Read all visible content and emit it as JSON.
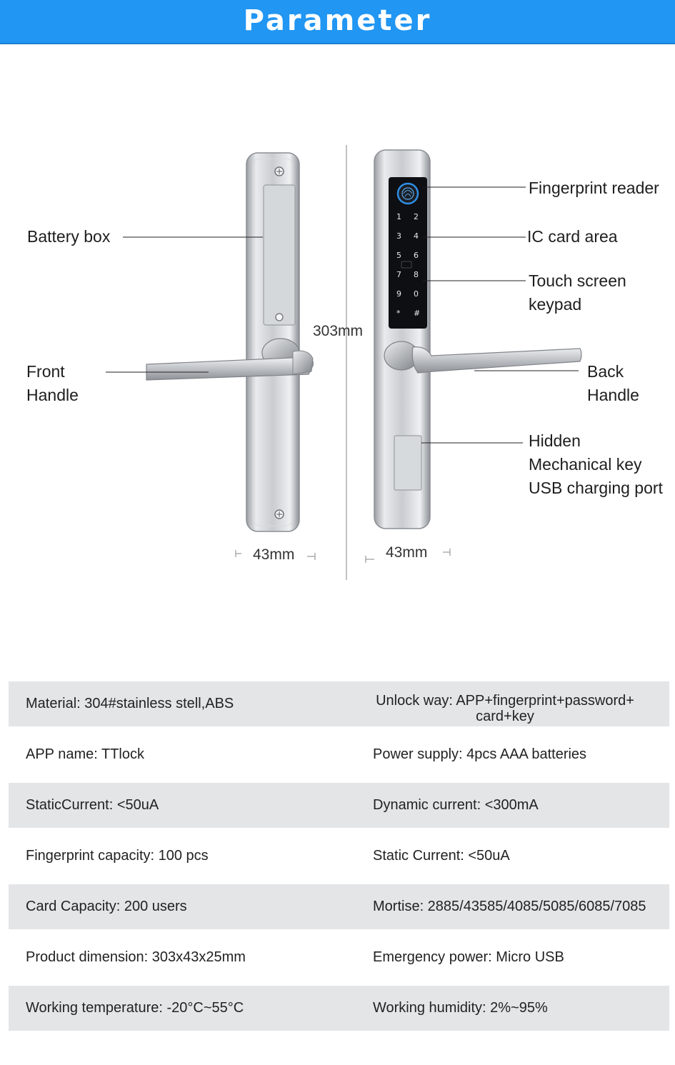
{
  "header": {
    "title": "Parameter"
  },
  "diagram": {
    "labels": {
      "battery_box": "Battery box",
      "front_handle_1": "Front",
      "front_handle_2": "Handle",
      "fingerprint_reader": "Fingerprint reader",
      "ic_card_area": "IC card area",
      "touch_keypad_1": "Touch screen",
      "touch_keypad_2": "keypad",
      "back_handle_1": "Back",
      "back_handle_2": "Handle",
      "hidden_1": "Hidden",
      "hidden_2": "Mechanical key",
      "hidden_3": "USB charging port"
    },
    "dimensions": {
      "height": "303mm",
      "width_left": "43mm",
      "width_right": "43mm"
    },
    "keypad_keys": [
      "1",
      "2",
      "3",
      "4",
      "5",
      "6",
      "7",
      "8",
      "9",
      "0",
      "*",
      "#"
    ]
  },
  "specs": [
    {
      "left": "Material: 304#stainless stell,ABS",
      "right": "Unlock way: APP+fingerprint+password+ card+key"
    },
    {
      "left": "APP name: TTlock",
      "right": "Power supply: 4pcs AAA batteries"
    },
    {
      "left": "StaticCurrent: <50uA",
      "right": "Dynamic current: <300mA"
    },
    {
      "left": "Fingerprint capacity: 100 pcs",
      "right": "Static Current: <50uA"
    },
    {
      "left": "Card Capacity: 200 users",
      "right": "Mortise: 2885/43585/4085/5085/6085/7085"
    },
    {
      "left": "Product dimension: 303x43x25mm",
      "right": "Emergency power: Micro USB"
    },
    {
      "left": "Working temperature: -20°C~55°C",
      "right": "Working humidity: 2%~95%"
    }
  ],
  "colors": {
    "banner": "#2196f3",
    "row_shade": "#e4e5e7"
  }
}
